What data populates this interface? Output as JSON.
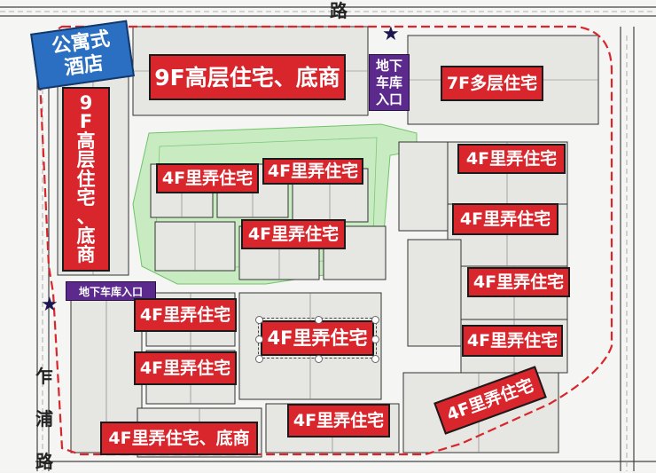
{
  "labels": {
    "apartment_hotel": "公寓式\n酒店",
    "top_highrise": "9F高层住宅、底商",
    "left_highrise": [
      "9",
      "F",
      "高",
      "层",
      "住",
      "宅",
      "、",
      "底",
      "商"
    ],
    "top_right_7f": "7F多层住宅",
    "garage_top": [
      "地下",
      "车库",
      "入口"
    ],
    "garage_left": "地下车库入口",
    "lane": "4F里弄住宅",
    "lane_shop": "4F里弄住宅、底商"
  },
  "roads": {
    "top": "路",
    "left_1": "乍",
    "left_2": "浦",
    "left_3": "路"
  },
  "colors": {
    "label_red": "#d8262c",
    "hotel_blue": "#2a6fc1",
    "garage_purple": "#5b2a8c",
    "boundary_red": "#d8262c",
    "green_area": "#a6dca0"
  },
  "icons": {
    "entrance_marker": "star-icon"
  }
}
